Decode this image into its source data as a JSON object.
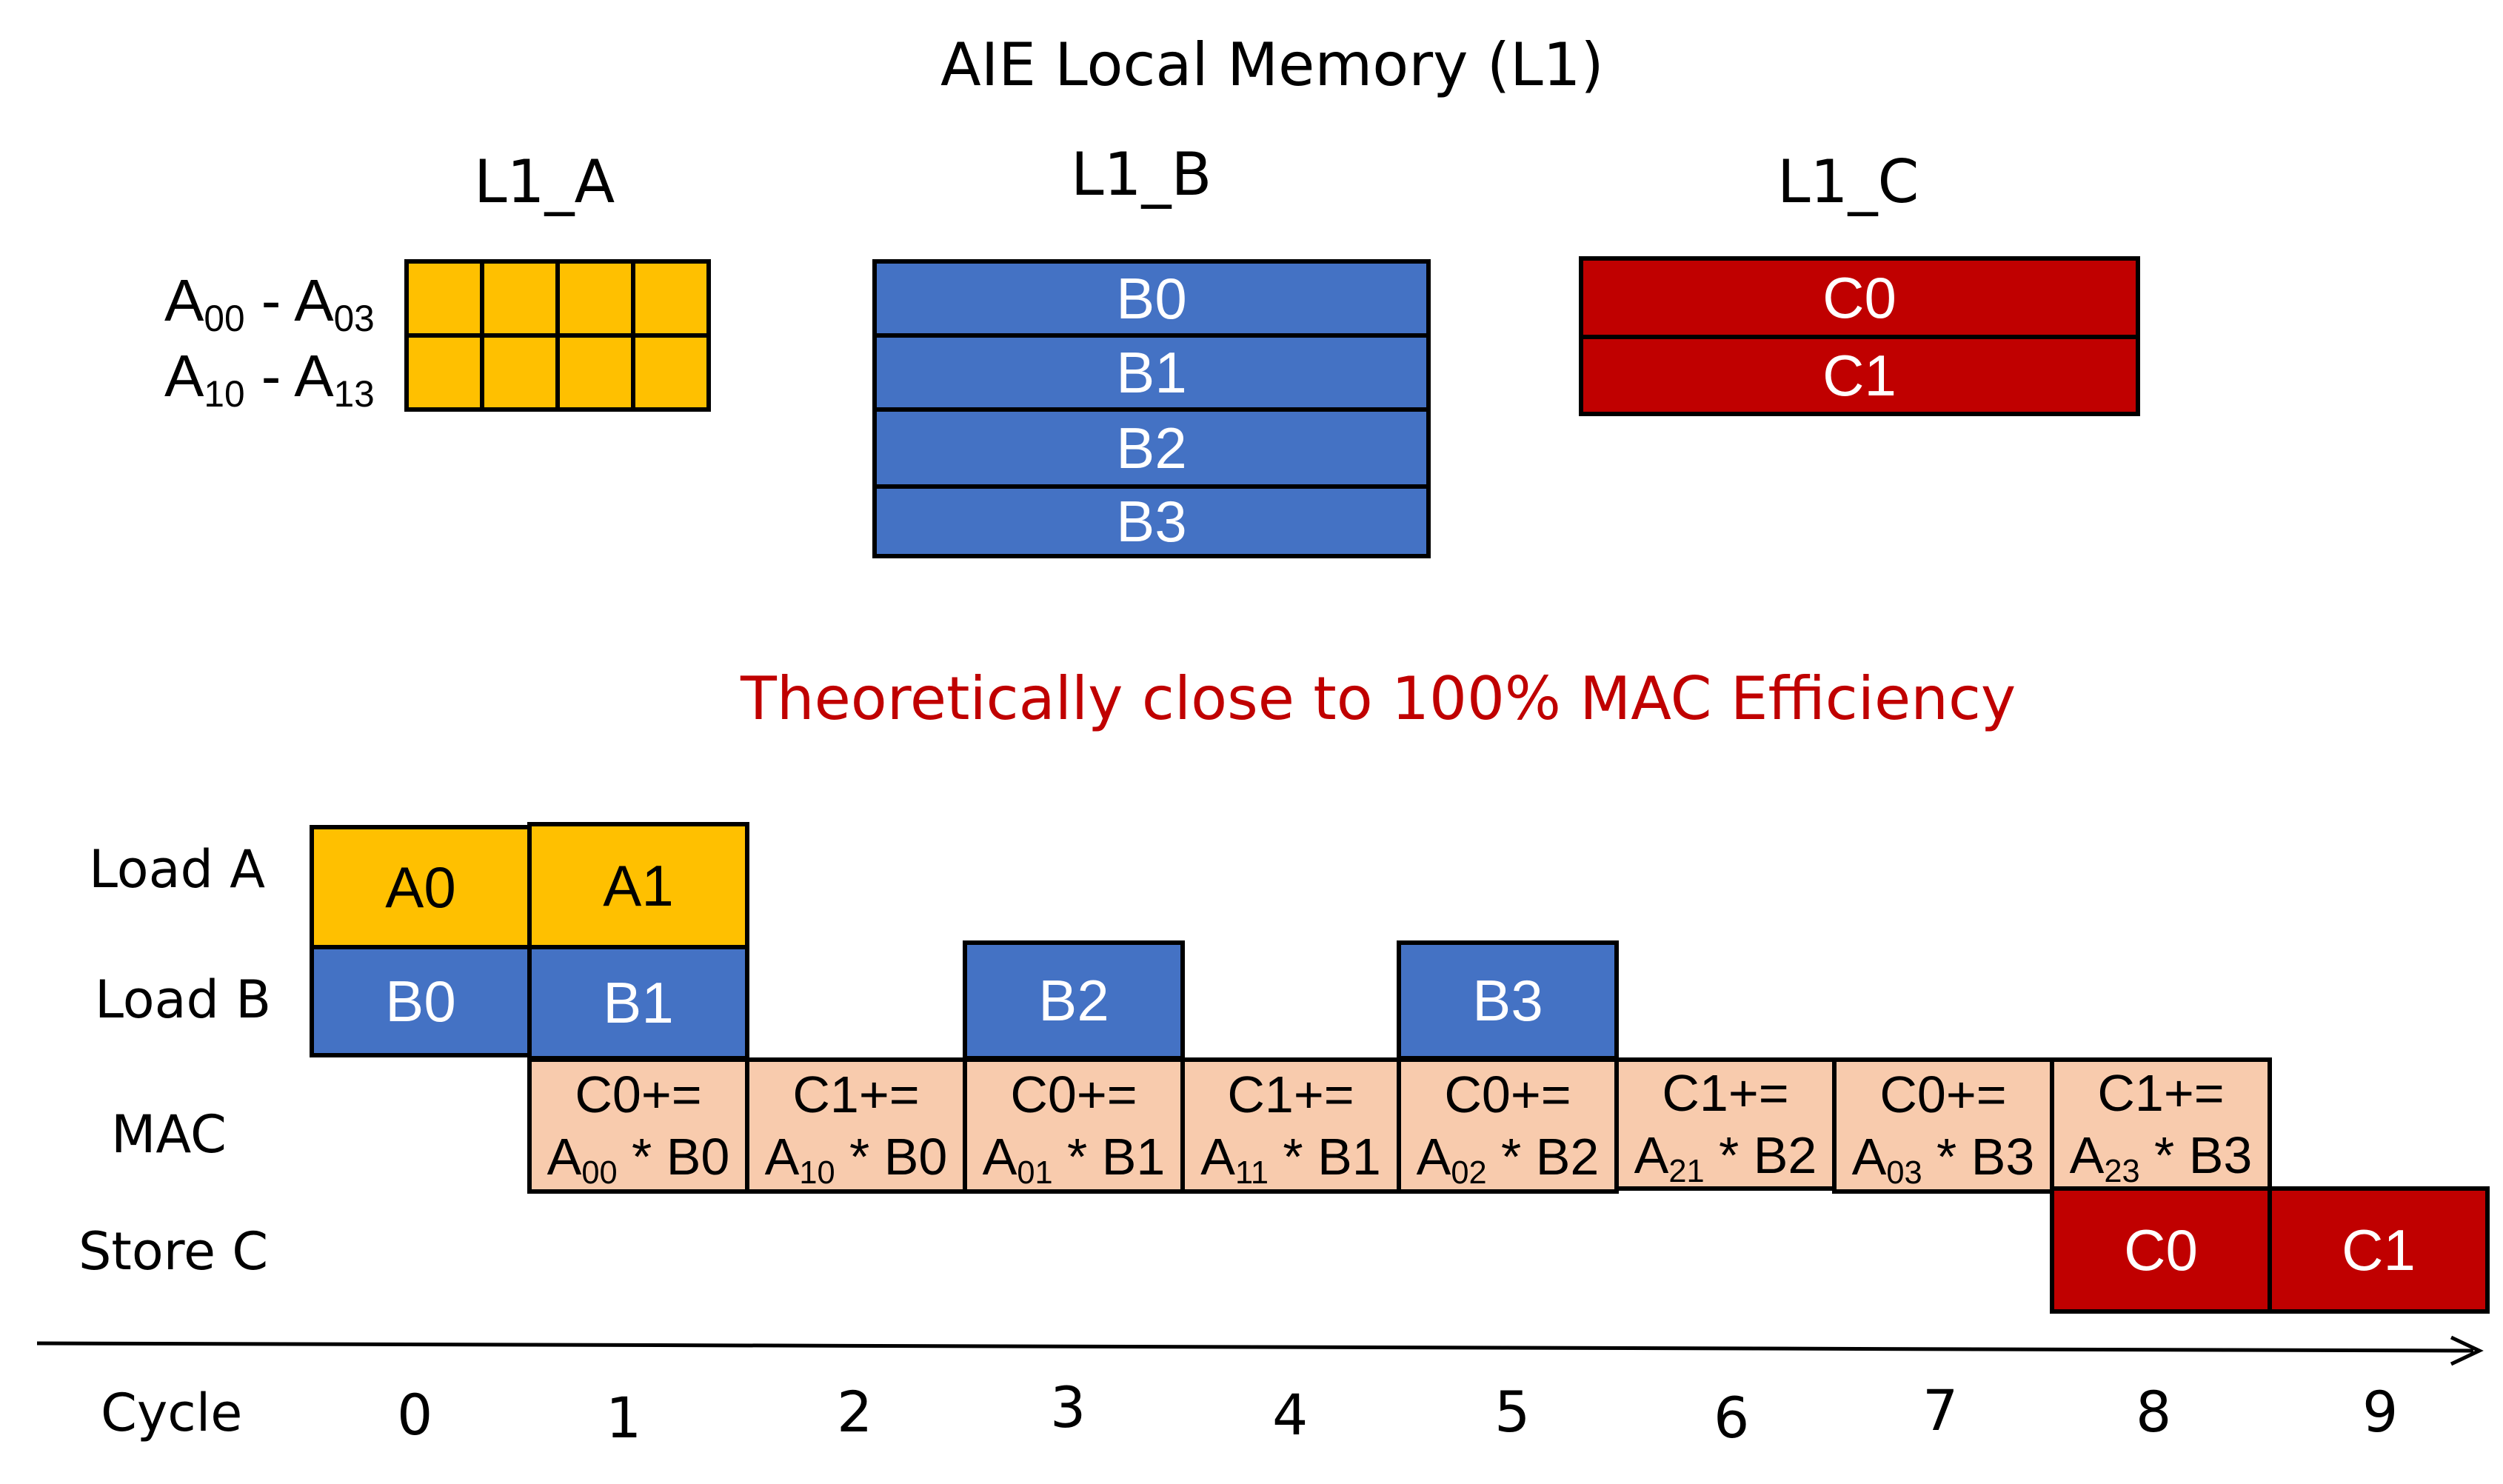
{
  "colors": {
    "a_fill": "#FFC000",
    "b_fill": "#4472C4",
    "c_fill": "#C00000",
    "mac_fill": "#F8CBAD",
    "headline": "#C00000"
  },
  "memory": {
    "title": "AIE Local Memory (L1)",
    "l1_a": {
      "title": "L1_A",
      "row_labels": [
        {
          "left": "A",
          "left_sub": "00",
          "sep": " - ",
          "right": "A",
          "right_sub": "03"
        },
        {
          "left": "A",
          "left_sub": "10",
          "sep": " - ",
          "right": "A",
          "right_sub": "13"
        }
      ]
    },
    "l1_b": {
      "title": "L1_B",
      "rows": [
        "B0",
        "B1",
        "B2",
        "B3"
      ]
    },
    "l1_c": {
      "title": "L1_C",
      "rows": [
        "C0",
        "C1"
      ]
    }
  },
  "headline": "Theoretically close to 100% MAC Efficiency",
  "timeline": {
    "row_labels": [
      "Load A",
      "Load B",
      "MAC",
      "Store C"
    ],
    "axis_label": "Cycle",
    "cycles": [
      "0",
      "1",
      "2",
      "3",
      "4",
      "5",
      "6",
      "7",
      "8",
      "9"
    ],
    "load_a": [
      {
        "cycle": 0,
        "label": "A0"
      },
      {
        "cycle": 1,
        "label": "A1"
      }
    ],
    "load_b": [
      {
        "cycle": 0,
        "label": "B0"
      },
      {
        "cycle": 1,
        "label": "B1"
      },
      {
        "cycle": 3,
        "label": "B2"
      },
      {
        "cycle": 5,
        "label": "B3"
      }
    ],
    "mac": [
      {
        "cycle": 1,
        "top": "C0+=",
        "a": "A",
        "a_sub": "00",
        "op": " * ",
        "b": "B0"
      },
      {
        "cycle": 2,
        "top": "C1+=",
        "a": "A",
        "a_sub": "10",
        "op": " * ",
        "b": "B0"
      },
      {
        "cycle": 3,
        "top": "C0+=",
        "a": "A",
        "a_sub": "01",
        "op": " * ",
        "b": "B1"
      },
      {
        "cycle": 4,
        "top": "C1+=",
        "a": "A",
        "a_sub": "11",
        "op": " * ",
        "b": "B1"
      },
      {
        "cycle": 5,
        "top": "C0+=",
        "a": "A",
        "a_sub": "02",
        "op": " * ",
        "b": "B2"
      },
      {
        "cycle": 6,
        "top": "C1+=",
        "a": "A",
        "a_sub": "21",
        "op": " * ",
        "b": "B2"
      },
      {
        "cycle": 7,
        "top": "C0+=",
        "a": "A",
        "a_sub": "03",
        "op": " * ",
        "b": "B3"
      },
      {
        "cycle": 8,
        "top": "C1+=",
        "a": "A",
        "a_sub": "23",
        "op": " * ",
        "b": "B3"
      }
    ],
    "store_c": [
      {
        "cycle": 8,
        "label": "C0"
      },
      {
        "cycle": 9,
        "label": "C1"
      }
    ]
  }
}
